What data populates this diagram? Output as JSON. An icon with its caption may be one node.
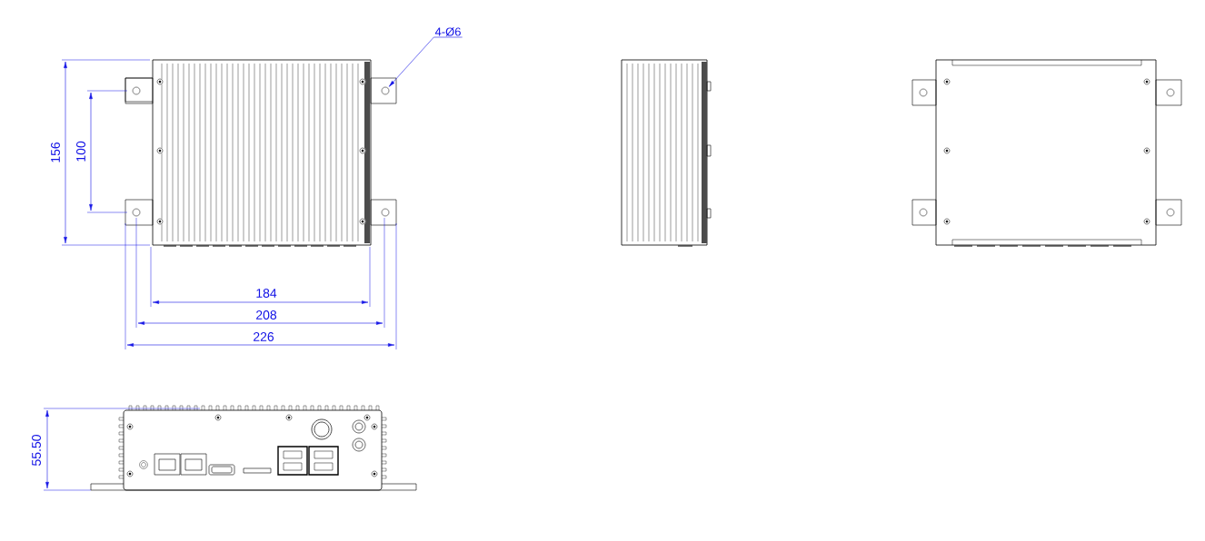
{
  "diagram": {
    "nodes": [
      {
        "text": [
          "4-Ø6"
        ]
      },
      {
        "text": [],
        "shape": "circle"
      }
    ],
    "edges": [
      {
        "from": 0,
        "to": 1,
        "arrow": "to"
      }
    ],
    "labels": [
      "156",
      "100",
      "184",
      "208",
      "226",
      "55.50"
    ]
  }
}
